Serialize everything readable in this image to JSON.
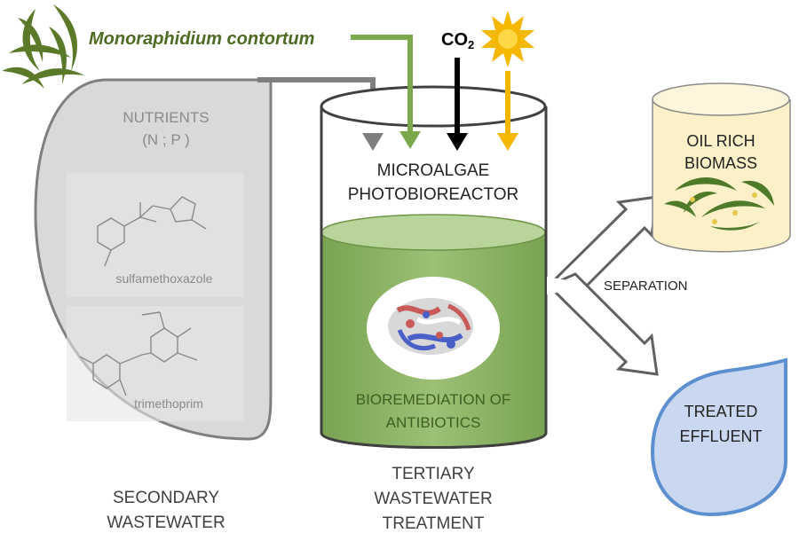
{
  "diagram": {
    "organism": "Monoraphidium contortum",
    "co2": "CO",
    "co2_sub": "2",
    "nutrients": {
      "line1": "NUTRIENTS",
      "line2": "(N ; P )"
    },
    "compounds": [
      "sulfamethoxazole",
      "trimethoprim"
    ],
    "bag_label": {
      "line1": "SECONDARY",
      "line2": "WASTEWATER"
    },
    "reactor": {
      "line1": "MICROALGAE",
      "line2": "PHOTOBIOREACTOR"
    },
    "process": {
      "line1": "BIOREMEDIATION OF",
      "line2": "ANTIBIOTICS"
    },
    "stage_label": {
      "line1": "TERTIARY",
      "line2": "WASTEWATER",
      "line3": "TREATMENT"
    },
    "biomass": {
      "line1": "OIL RICH",
      "line2": "BIOMASS"
    },
    "separation": "SEPARATION",
    "effluent": {
      "line1": "TREATED",
      "line2": "EFFLUENT"
    }
  },
  "colors": {
    "algae_green": "#5a7a2a",
    "arrow_green": "#7aa84a",
    "arrow_grey": "#7f7f7f",
    "arrow_black": "#000000",
    "sun_yellow": "#f5b800",
    "water_green": "#8fb56a",
    "bag_grey": "#d9d9d9",
    "effluent_blue": "#c9d8f0",
    "biomass_cream": "#fbf0c8"
  }
}
